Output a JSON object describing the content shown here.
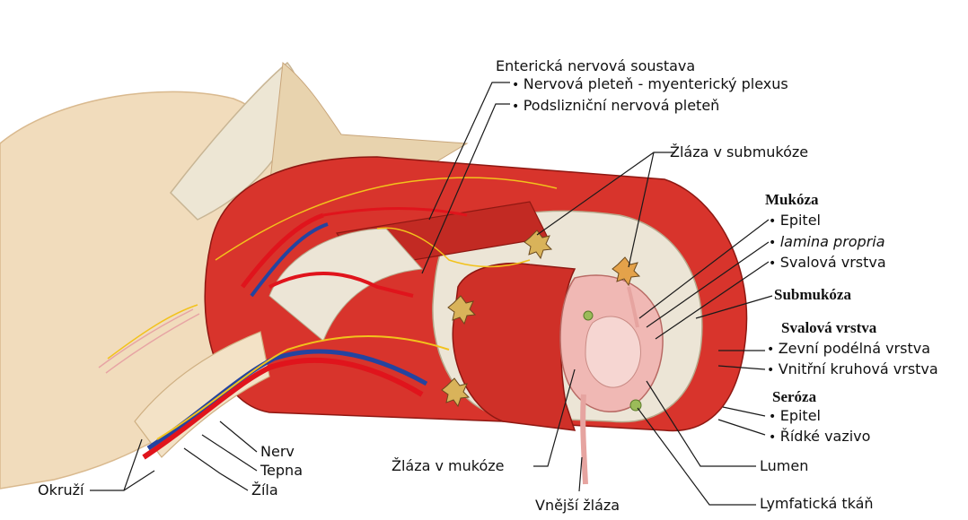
{
  "labels": {
    "enteric_system": "Enterická nervová soustava",
    "myenteric_plexus": "Nervová pleteň - myenterický plexus",
    "submucosal_plexus": "Podslizniční nervová pleteň",
    "submucosal_gland": "Žláza v submukóze",
    "mucosa": "Mukóza",
    "mucosa_epitel": "Epitel",
    "lamina_propria": "lamina propria",
    "muscular_layer_mucosa": "Svalová vrstva",
    "submucosa": "Submukóza",
    "muscularis": "Svalová vrstva",
    "outer_longitudinal": "Zevní podélná vrstva",
    "inner_circular": "Vnitřní kruhová vrstva",
    "serosa": "Seróza",
    "serosa_epitel": "Epitel",
    "loose_tissue": "Řídké vazivo",
    "lumen": "Lumen",
    "lymphatic_tissue": "Lymfatická tkáň",
    "external_gland": "Vnější žláza",
    "mucosal_gland": "Žláza v mukóze",
    "nerve": "Nerv",
    "artery": "Tepna",
    "vein": "Žíla",
    "mesentery": "Okruží"
  },
  "colors": {
    "muscle": "#d8342c",
    "muscle_dark": "#a81e1a",
    "connective": "#ece5d6",
    "mesentery": "#f1dcbc",
    "artery": "#e0141c",
    "vein": "#2444a0",
    "nerve": "#f2c21c",
    "mucosa": "#f0b8b4",
    "lumen": "#f6d6d2",
    "line": "#1a1a1a"
  }
}
